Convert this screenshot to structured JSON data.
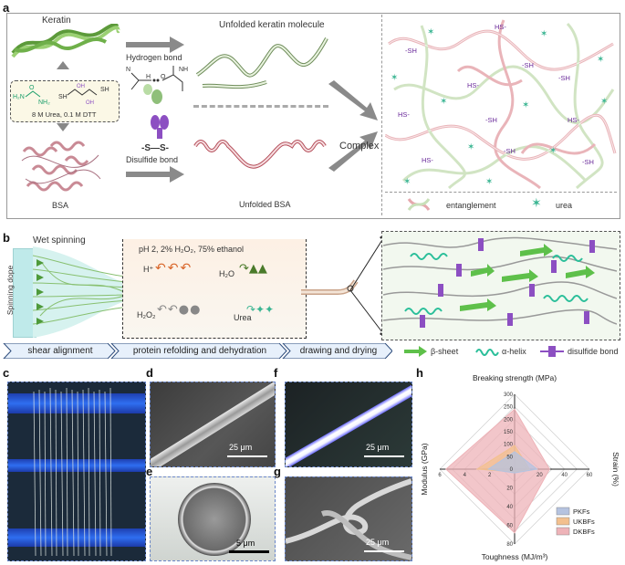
{
  "panel_labels": {
    "a": "a",
    "b": "b",
    "c": "c",
    "d": "d",
    "e": "e",
    "f": "f",
    "g": "g",
    "h": "h"
  },
  "a": {
    "keratin": "Keratin",
    "reagents": "8 M Urea, 0.1 M DTT",
    "bsa": "BSA",
    "hydrogen_bond": "Hydrogen bond",
    "disulfide_bond": "Disulfide bond",
    "disulfide_formula": "-S—S-",
    "unfolded_keratin": "Unfolded keratin molecule",
    "unfolded_bsa": "Unfolded BSA",
    "complex": "Complex",
    "legend_entanglement": "entanglement",
    "legend_urea": "urea",
    "sh_labels": [
      "HS-",
      "-SH"
    ]
  },
  "b": {
    "wet_spinning": "Wet spinning",
    "spinning_dope": "Spinning dope",
    "bath_conditions": "pH 2, 2% H₂O₂, 75% ethanol",
    "h_plus": "H⁺",
    "h2o": "H₂O",
    "h2o2": "H₂O₂",
    "urea": "Urea",
    "steps": [
      "shear alignment",
      "protein refolding and dehydration",
      "drawing and drying"
    ],
    "legend": {
      "beta_sheet": "β-sheet",
      "alpha_helix": "α-helix",
      "disulfide": "disulfide bond"
    }
  },
  "scale_bars": {
    "d": "25 μm",
    "e": "5 μm",
    "f": "25 μm",
    "g": "25 μm"
  },
  "colors": {
    "keratin_green": "#8fbf7a",
    "bsa_pink": "#d98a92",
    "purple": "#8c4fc2",
    "urea_teal": "#3ab592",
    "dope_blue": "#7fd6d6",
    "arrow_grey": "#888888"
  },
  "chart_data": {
    "type": "radar",
    "axes": [
      {
        "name": "Breaking strength (MPa)",
        "max": 300,
        "ticks": [
          0,
          50,
          100,
          150,
          200,
          250,
          300
        ]
      },
      {
        "name": "Strain (%)",
        "max": 60,
        "ticks": [
          0,
          20,
          40,
          60
        ]
      },
      {
        "name": "Toughness (MJ/m³)",
        "max": 80,
        "ticks": [
          0,
          20,
          40,
          60,
          80
        ]
      },
      {
        "name": "Modulus (GPa)",
        "max": 6,
        "ticks": [
          0,
          2,
          4,
          6
        ]
      }
    ],
    "series": [
      {
        "name": "PKFs",
        "color": "#b5c3e0",
        "values": [
          70,
          18,
          4,
          2.1
        ]
      },
      {
        "name": "UKBFs",
        "color": "#f3c08e",
        "values": [
          95,
          12,
          3,
          3.0
        ]
      },
      {
        "name": "DKBFs",
        "color": "#eeb3b8",
        "values": [
          240,
          28,
          68,
          5.5
        ]
      }
    ]
  }
}
